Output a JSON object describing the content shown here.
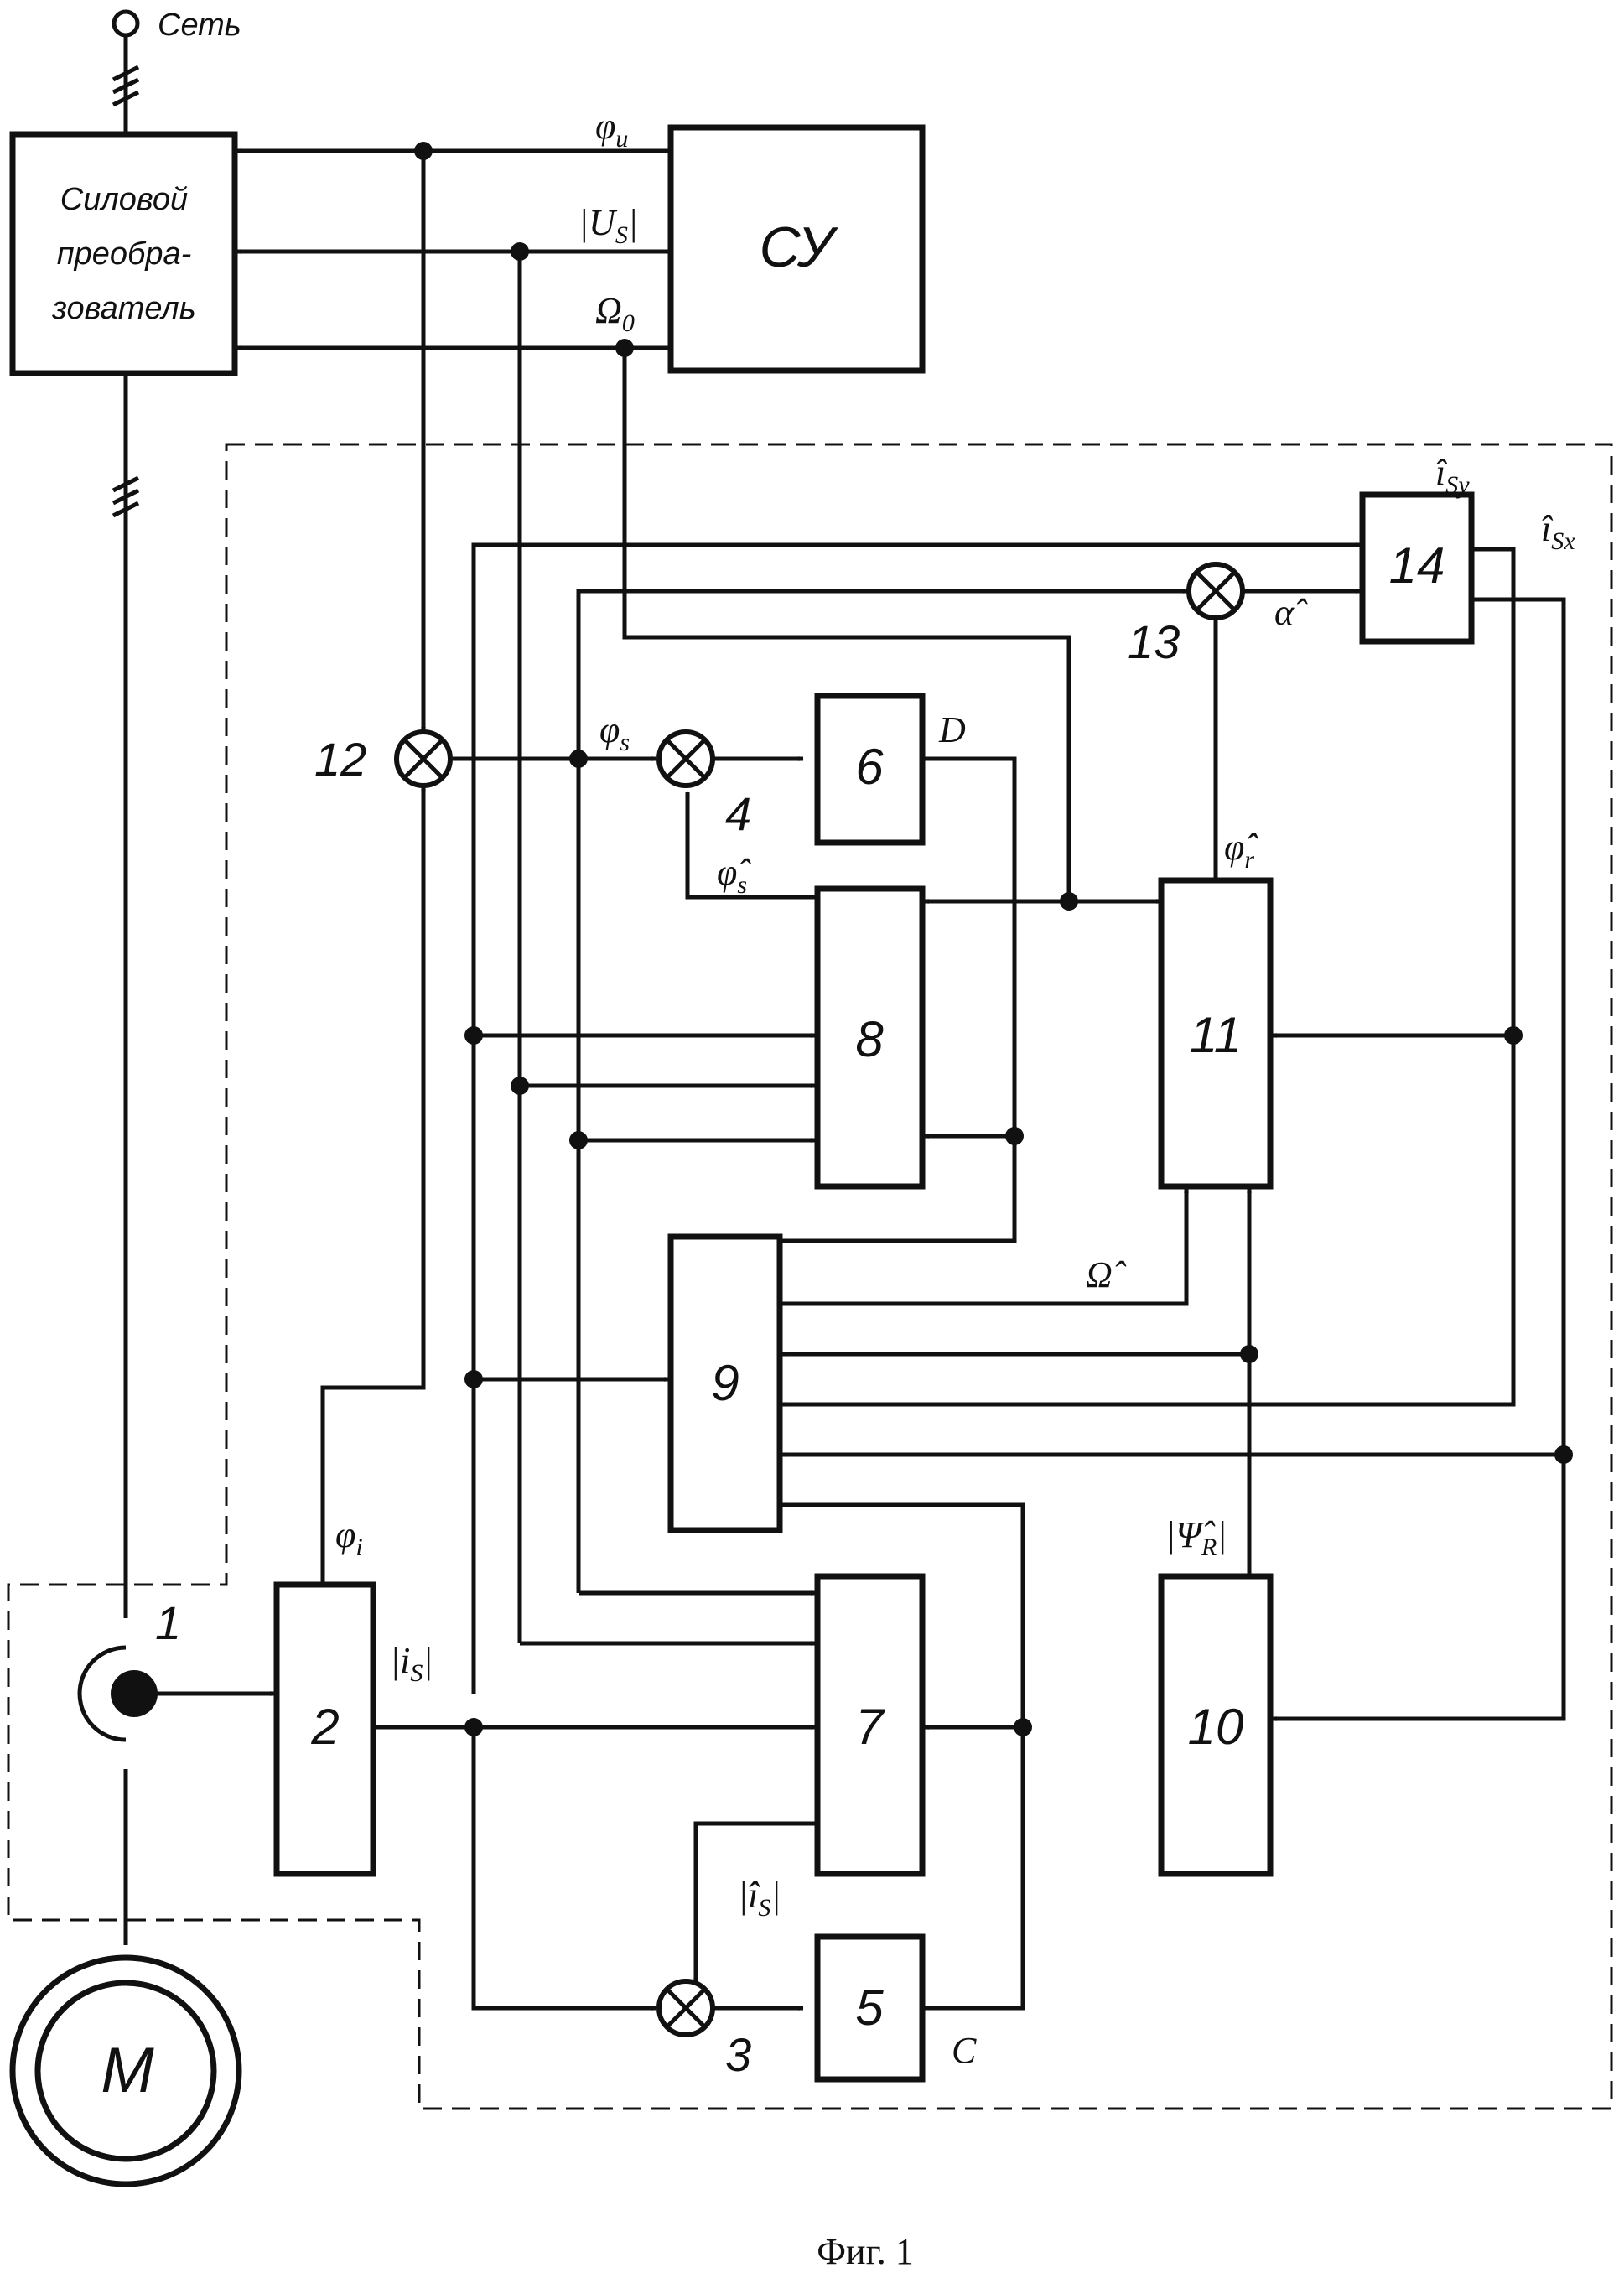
{
  "supply": {
    "label": "Сеть"
  },
  "blocks": {
    "power_converter": {
      "lines": [
        "Силовой",
        "преобра-",
        "зователь"
      ]
    },
    "control_unit": {
      "label": "СУ"
    },
    "motor": {
      "label": "М"
    },
    "b2": {
      "label": "2"
    },
    "b5": {
      "label": "5"
    },
    "b6": {
      "label": "6"
    },
    "b7": {
      "label": "7"
    },
    "b8": {
      "label": "8"
    },
    "b9": {
      "label": "9"
    },
    "b10": {
      "label": "10"
    },
    "b11": {
      "label": "11"
    },
    "b14": {
      "label": "14"
    }
  },
  "node_numbers": {
    "sensor": "1",
    "sum3": "3",
    "sum4": "4",
    "sum12": "12",
    "sum13": "13"
  },
  "signals": {
    "phi_u": {
      "base": "φ",
      "sub": "u"
    },
    "u_s": {
      "base": "|U",
      "sub": "S",
      "tail": "|"
    },
    "omega0": {
      "base": "Ω",
      "sub": "0"
    },
    "phi_s": {
      "base": "φ",
      "sub": "s"
    },
    "D": {
      "base": "D"
    },
    "phi_s_hat": {
      "base": "φ̂",
      "sub": "s"
    },
    "phi_r_hat": {
      "base": "φ̂",
      "sub": "r"
    },
    "alpha_hat": {
      "base": "α̂"
    },
    "i_sy_hat": {
      "base": "î",
      "sub": "Sy"
    },
    "i_sx_hat": {
      "base": "î",
      "sub": "Sx"
    },
    "omega_hat": {
      "base": "Ω̂"
    },
    "psi_r_hat": {
      "base": "|Ψ̂",
      "sub": "R",
      "tail": "|"
    },
    "phi_i": {
      "base": "φ",
      "sub": "i"
    },
    "i_s": {
      "base": "|i",
      "sub": "S",
      "tail": "|"
    },
    "i_s_hat": {
      "base": "|î",
      "sub": "S",
      "tail": "|"
    },
    "C": {
      "base": "C"
    }
  },
  "caption": "Фиг. 1"
}
